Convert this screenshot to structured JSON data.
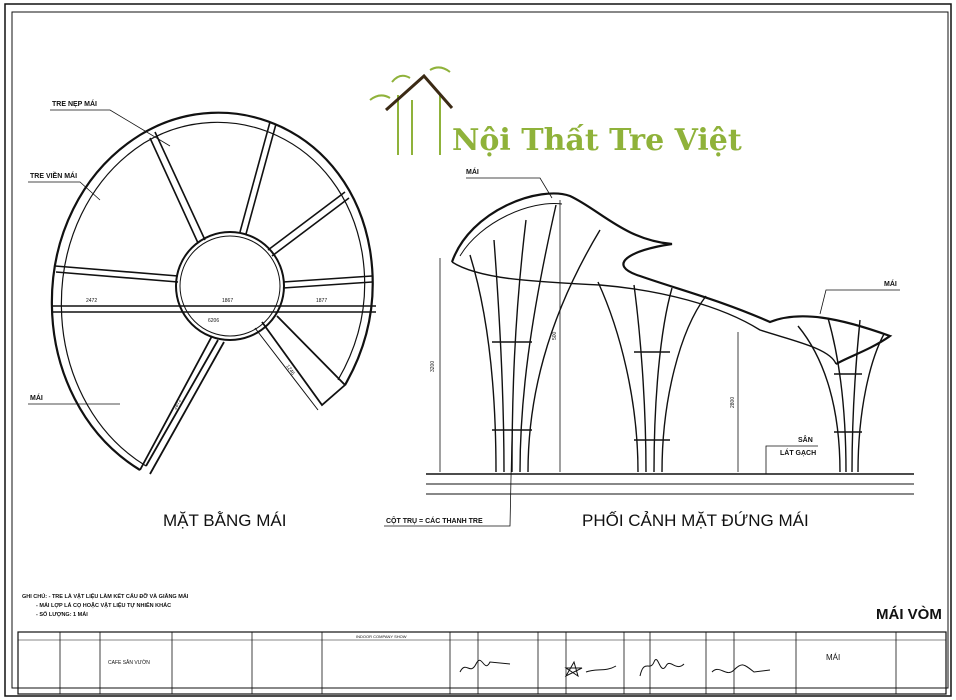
{
  "logo": {
    "brand_text": "Nội Thất Tre Việt",
    "text_color": "#8fb23a",
    "icon": "bamboo-house-icon"
  },
  "plan": {
    "title": "MẶT BẰNG MÁI",
    "labels": {
      "tre_nep_mai": "TRE NẸP MÁI",
      "tre_vien_mai": "TRE VIỀN MÁI",
      "mai": "MÁI"
    }
  },
  "elevation": {
    "title": "PHỐI CẢNH MẶT ĐỨNG MÁI",
    "labels": {
      "mai_top": "MÁI",
      "mai_right": "MÁI",
      "san": "SÂN",
      "lat_gach": "LÁT GẠCH",
      "cot_tru": "CỘT TRỤ = CÁC THANH TRE"
    }
  },
  "notes": [
    "GHI CHÚ: - TRE LÀ VẬT LIỆU LÀM KẾT CẤU ĐỠ VÀ GIẰNG MÁI",
    "- MÁI LỢP LÁ CỌ HOẶC VẬT LIỆU TỰ NHIÊN KHÁC",
    "- SỐ LƯỢNG: 1 MÁI"
  ],
  "sheet_title": "MÁI VÒM",
  "title_block": {
    "project": "CAFE SÂN VƯỜN",
    "company": "INDOOR COMPANY SHOW",
    "drawing_name": "MÁI"
  }
}
